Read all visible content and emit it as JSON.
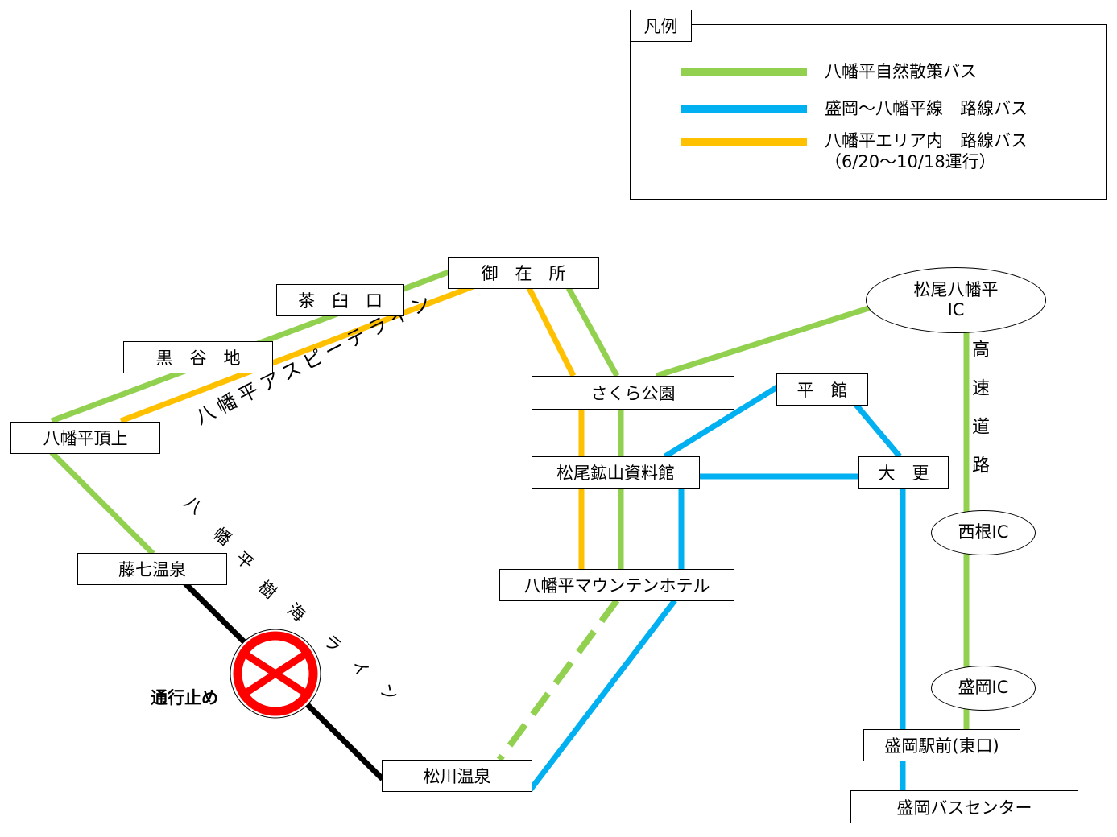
{
  "legend": {
    "title": "凡例",
    "items": [
      {
        "label": "八幡平自然散策バス",
        "color": "#92d050"
      },
      {
        "label": "盛岡～八幡平線　路線バス",
        "color": "#00b0f0"
      },
      {
        "label": "八幡平エリア内　路線バス\n（6/20～10/18運行）",
        "color": "#ffc000"
      }
    ]
  },
  "colors": {
    "nature_bus": "#92d050",
    "morioka_line": "#00b0f0",
    "area_line": "#ffc000",
    "closed_road": "#000000",
    "closed_sign": "#ff0000"
  },
  "stops": {
    "hachimantai_top": "八幡平頂上",
    "kurotanichi": "黒　谷　地",
    "chausuguchi": "茶　臼　口",
    "gozaisho": "御　在　所",
    "sakura_koen": "さくら公園",
    "matsuo_museum": "松尾鉱山資料館",
    "mountain_hotel": "八幡平マウンテンホテル",
    "tairadate": "平　館",
    "obuke": "大　更",
    "toshichi_onsen": "藤七温泉",
    "matsukawa_onsen": "松川温泉",
    "morioka_station": "盛岡駅前(東口)",
    "morioka_bus_center": "盛岡バスセンター"
  },
  "interchanges": {
    "matsuo_hachimantai_ic": "松尾八幡平\nIC",
    "nishine_ic": "西根IC",
    "morioka_ic": "盛岡IC"
  },
  "road_labels": {
    "aspite_line": "八幡平アスピーテライン",
    "jukai_line": "八幡平樹海ライン",
    "expressway": "高速道路"
  },
  "closure": {
    "label": "通行止め"
  }
}
